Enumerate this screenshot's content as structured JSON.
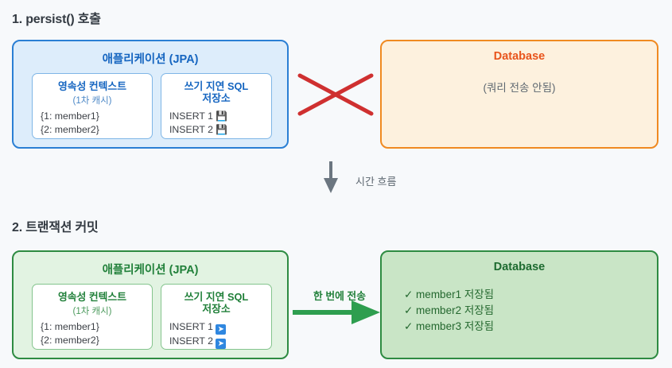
{
  "sections": [
    {
      "title": "1. persist() 호출",
      "app_panel": {
        "heading": "애플리케이션 (JPA)",
        "cards": [
          {
            "title": "영속성 컨텍스트",
            "subtitle": "(1차 캐시)",
            "lines": [
              "{1: member1}",
              "{2: member2}"
            ]
          },
          {
            "title_line1": "쓰기 지연 SQL",
            "title_line2": "저장소",
            "lines": [
              "INSERT 1",
              "INSERT 2"
            ],
            "line_icon": "💾"
          }
        ]
      },
      "db_panel": {
        "heading": "Database",
        "note": "(쿼리 전송 안됨)"
      },
      "connector": {
        "icon": "red-x-icon",
        "color": "#cf3030"
      }
    },
    {
      "title": "2. 트랜잭션 커밋",
      "app_panel": {
        "heading": "애플리케이션 (JPA)",
        "cards": [
          {
            "title": "영속성 컨텍스트",
            "subtitle": "(1차 캐시)",
            "lines": [
              "{1: member1}",
              "{2: member2}"
            ]
          },
          {
            "title_line1": "쓰기 지연 SQL",
            "title_line2": "저장소",
            "lines": [
              "INSERT 1",
              "INSERT 2"
            ],
            "line_icon": "➡"
          }
        ]
      },
      "db_panel": {
        "heading": "Database",
        "rows": [
          "✓ member1 저장됨",
          "✓ member2 저장됨",
          "✓ member3 저장됨"
        ]
      },
      "connector": {
        "icon": "green-arrow-icon",
        "label": "한 번에 전송",
        "color": "#2e9e4f"
      }
    }
  ],
  "time_flow": {
    "label": "시간 흐름",
    "icon": "down-arrow-icon",
    "color": "#6b7680"
  },
  "palette": {
    "background": "#f7f9fb",
    "blue_border": "#2a7fd4",
    "blue_fill": "#ddedfb",
    "orange_border": "#f08a21",
    "orange_fill": "#fdf1de",
    "green_border": "#2e8b42",
    "green_fill_light": "#e2f3e2",
    "green_fill_dark": "#c9e5c6",
    "red": "#cf3030"
  }
}
